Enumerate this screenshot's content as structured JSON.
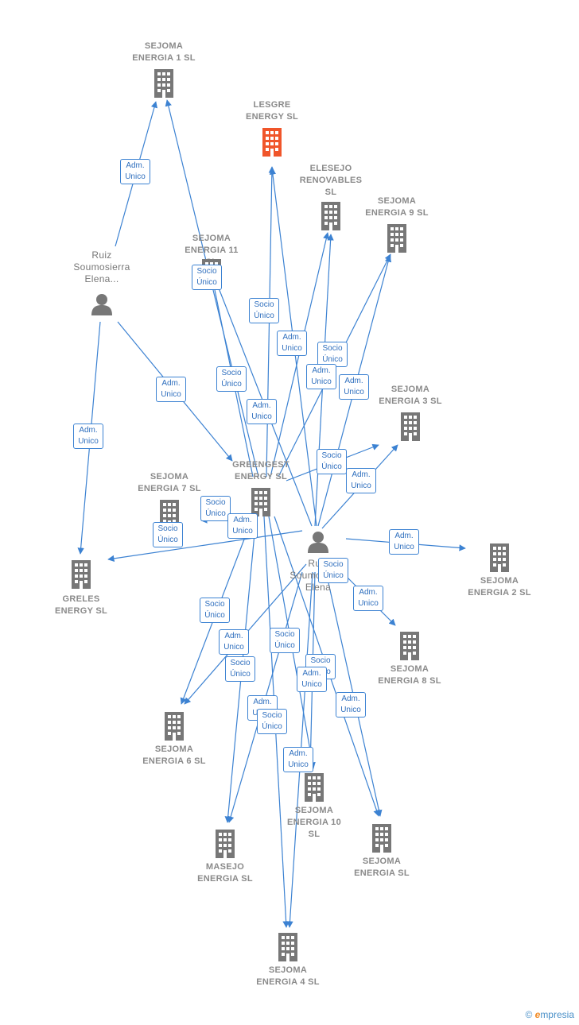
{
  "colors": {
    "edge": "#3c82d2",
    "building": "#777777",
    "main_building": "#f0552a",
    "person": "#777777"
  },
  "nodes": {
    "sejoma1": "SEJOMA\nENERGIA 1 SL",
    "lesgre": "LESGRE\nENERGY SL",
    "elesejo": "ELESEJO\nRENOVABLES\nSL",
    "sejoma9": "SEJOMA\nENERGIA 9 SL",
    "sejoma11": "SEJOMA\nENERGIA 11\nSL",
    "ruiz1": "Ruiz\nSoumosierra\nElena...",
    "sejoma3": "SEJOMA\nENERGIA 3 SL",
    "greengest": "GREENGEST\nENERGY SL",
    "sejoma7": "SEJOMA\nENERGIA 7 SL",
    "greles": "GRELES\nENERGY SL",
    "ruiz2": "Ruiz\nSoumosierra\nElena",
    "sejoma2": "SEJOMA\nENERGIA 2 SL",
    "sejoma8": "SEJOMA\nENERGIA 8 SL",
    "sejoma6": "SEJOMA\nENERGIA 6 SL",
    "sejoma10": "SEJOMA\nENERGIA 10\nSL",
    "masejo": "MASEJO\nENERGIA SL",
    "sejomaenergia": "SEJOMA\nENERGIA SL",
    "sejoma4": "SEJOMA\nENERGIA 4 SL"
  },
  "tags": {
    "adm": "Adm.\nUnico",
    "socio": "Socio\nÚnico"
  },
  "footer": {
    "copyright": "©",
    "brand_e": "e",
    "brand_rest": "mpresia"
  }
}
